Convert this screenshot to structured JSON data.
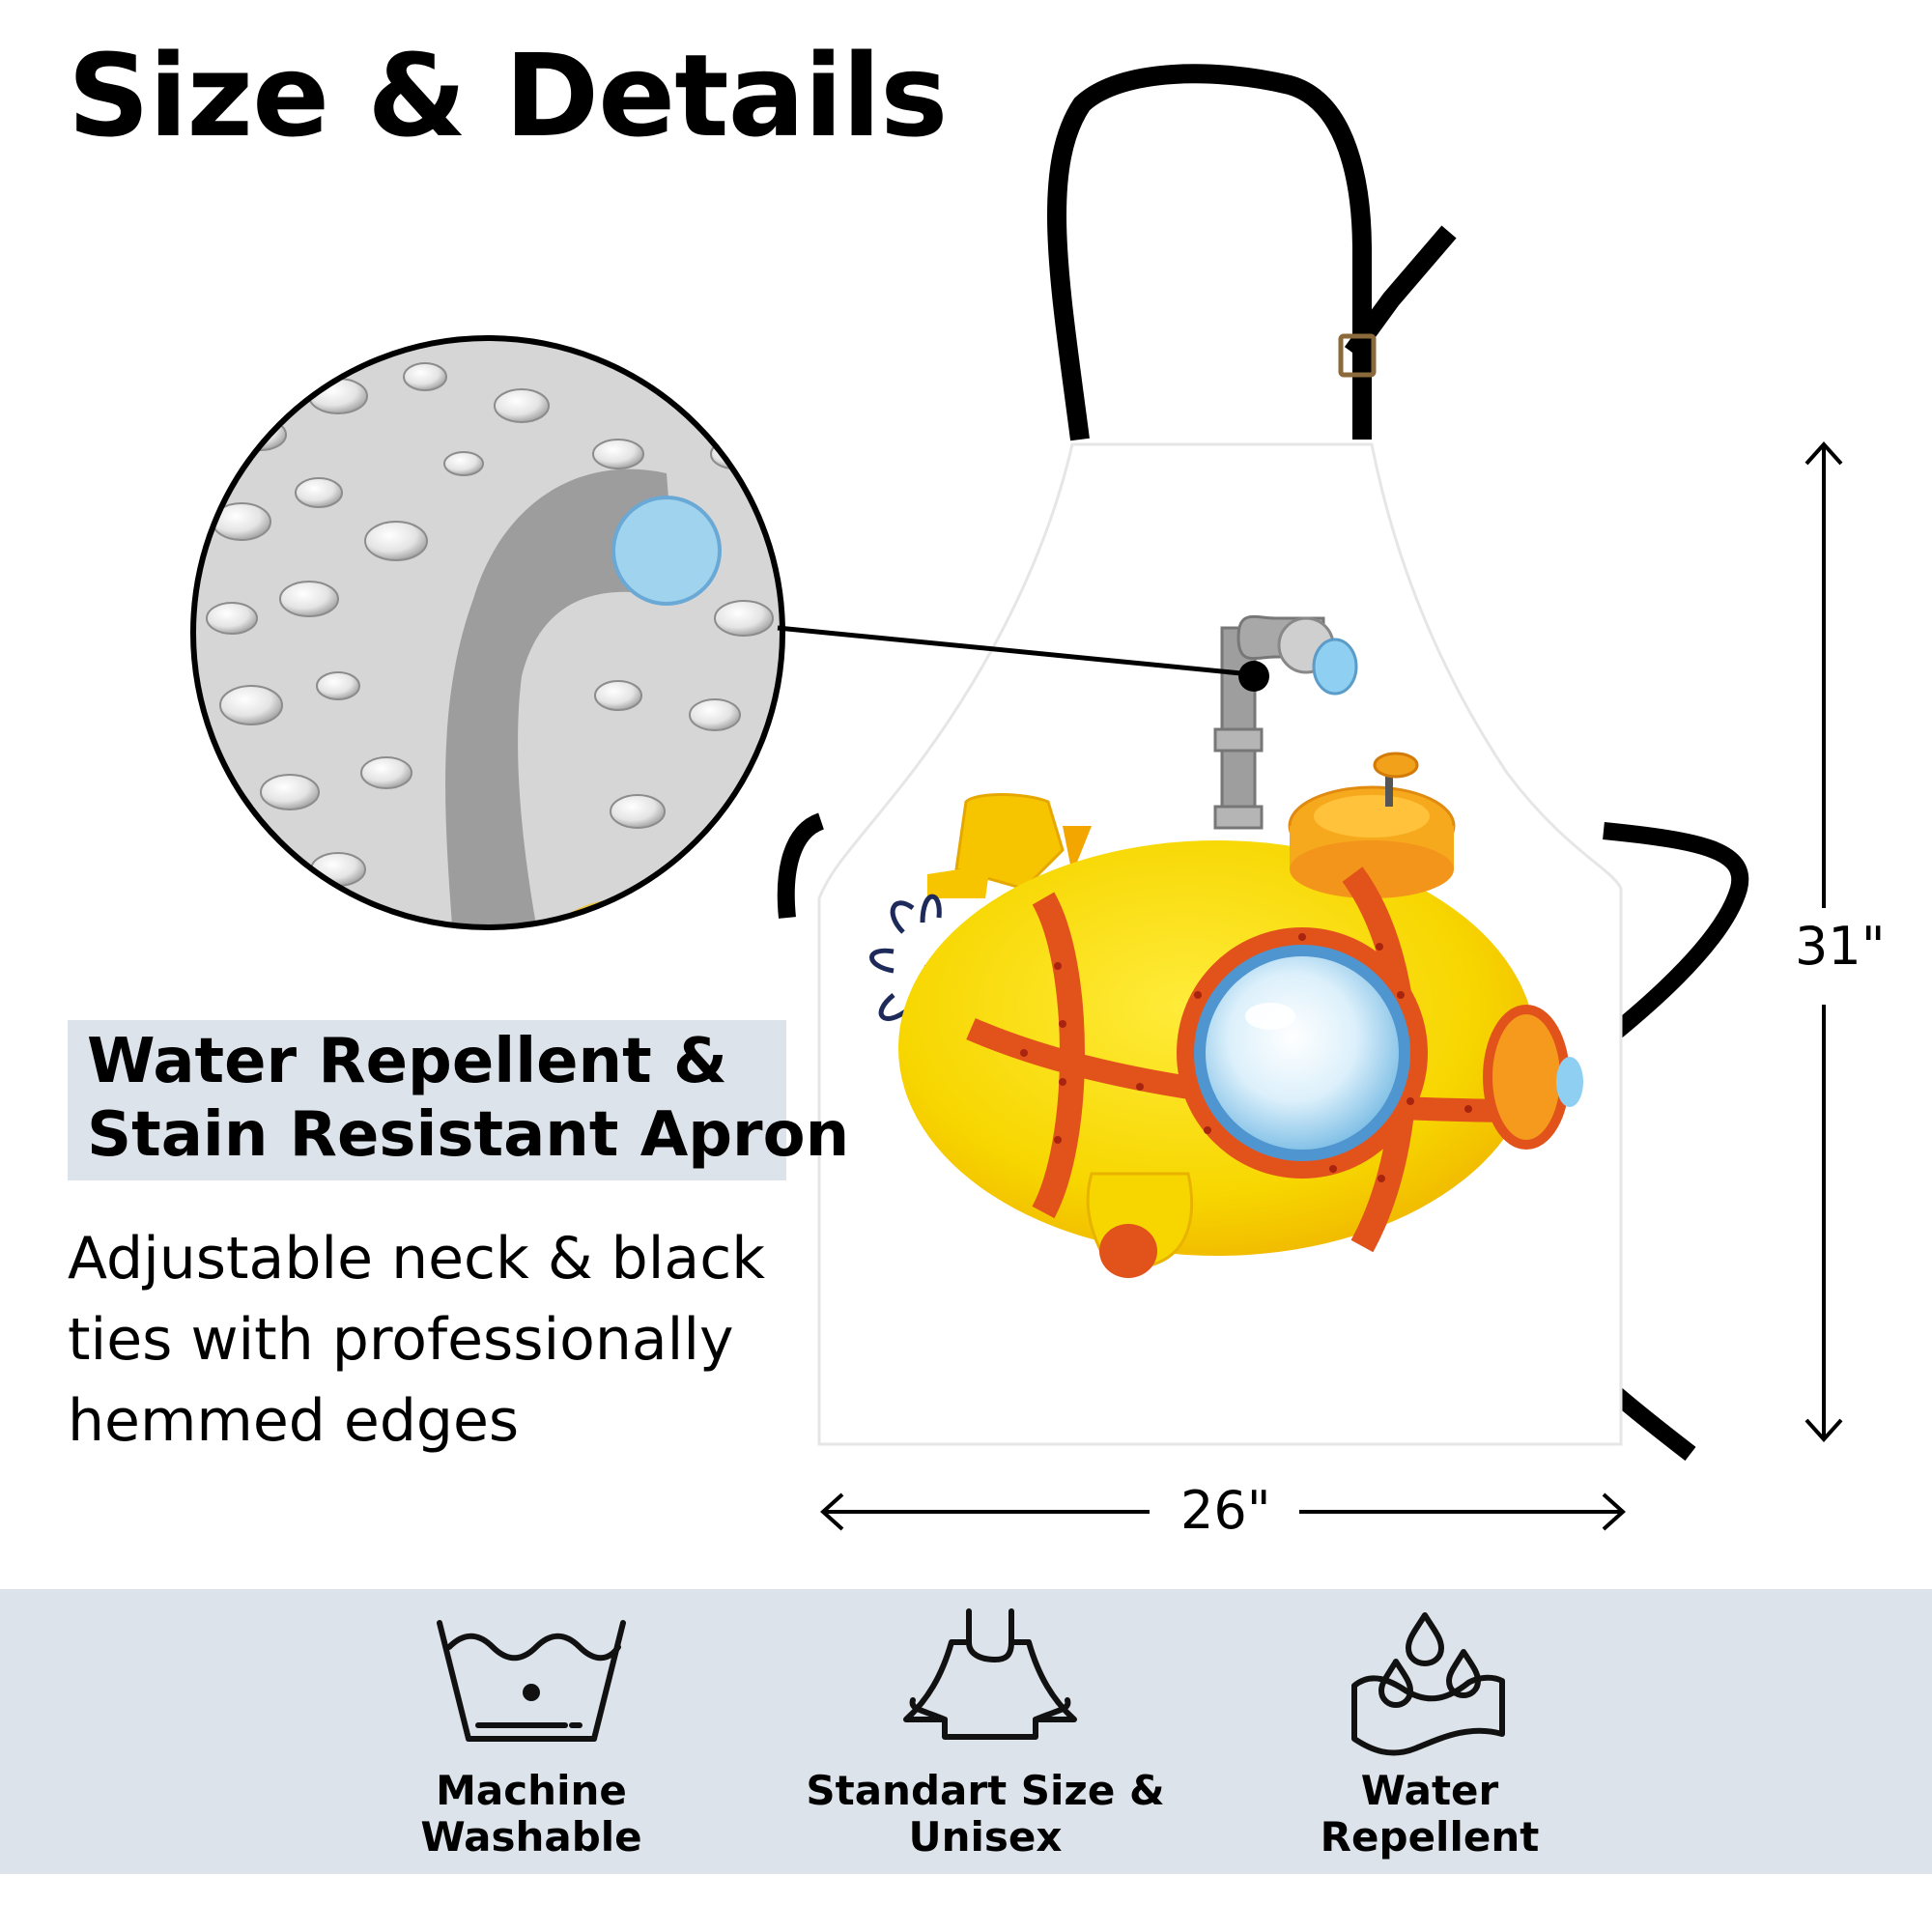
{
  "title": "Size & Details",
  "feature": {
    "line1": "Water Repellent &",
    "line2": "Stain Resistant Apron"
  },
  "description": [
    "Adjustable neck & black",
    "ties with professionally",
    "hemmed edges"
  ],
  "dimensions": {
    "height": "31\"",
    "width": "26\""
  },
  "badges": [
    {
      "icon": "machine-wash-icon",
      "line1": "Machine",
      "line2": "Washable"
    },
    {
      "icon": "apron-icon",
      "line1": "Standart Size &",
      "line2": "Unisex"
    },
    {
      "icon": "water-drops-icon",
      "line1": "Water",
      "line2": "Repellent"
    }
  ],
  "colors": {
    "band": "#dde3ea",
    "submarine_yellow": "#f7d600",
    "submarine_orange": "#e2531c",
    "porthole_blue": "#8ec9ea"
  }
}
